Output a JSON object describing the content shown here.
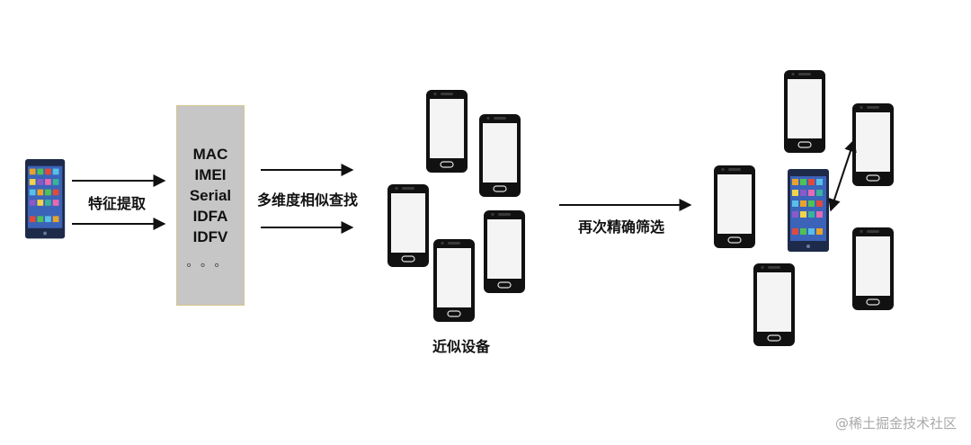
{
  "labels": {
    "feature_extraction": "特征提取",
    "multi_dim_search": "多维度相似查找",
    "similar_devices": "近似设备",
    "precise_filter": "再次精确筛选"
  },
  "features": [
    "MAC",
    "IMEI",
    "Serial",
    "IDFA",
    "IDFV"
  ],
  "ellipsis": "。。。",
  "watermark": "@稀土掘金技术社区"
}
